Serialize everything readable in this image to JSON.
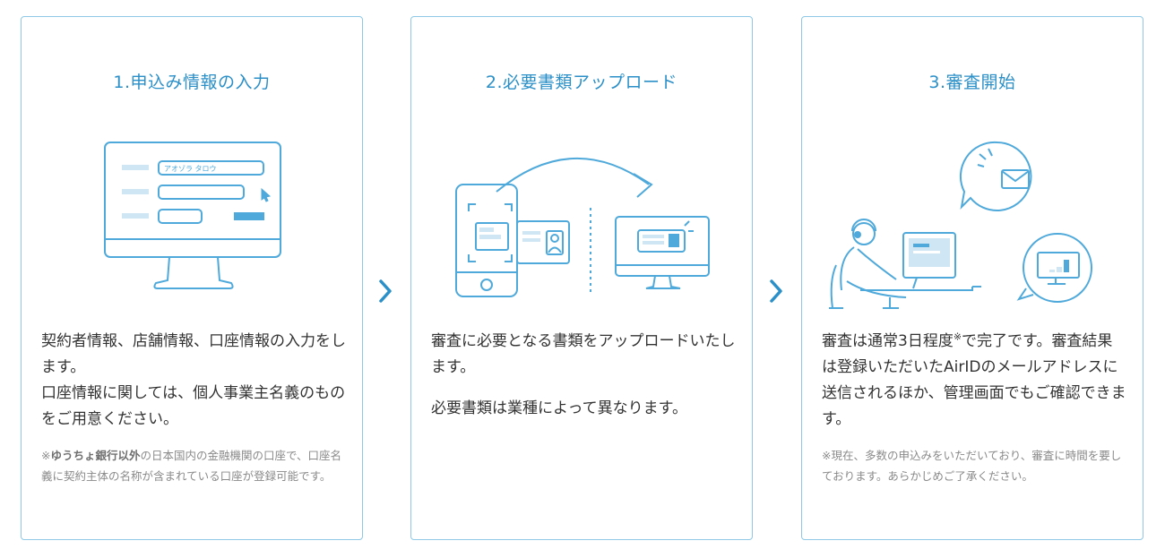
{
  "steps": [
    {
      "title": "1.申込み情報の入力",
      "illustration_text": "アオゾラ タロウ",
      "body": [
        "契約者情報、店舗情報、口座情報の入力をします。",
        "口座情報に関しては、個人事業主名義のものをご用意ください。"
      ],
      "note_prefix": "※",
      "note_bold": "ゆうちょ銀行以外",
      "note_rest": "の日本国内の金融機関の口座で、口座名義に契約主体の名称が含まれている口座が登録可能です。"
    },
    {
      "title": "2.必要書類アップロード",
      "body": [
        "審査に必要となる書類をアップロードいたします。",
        "必要書類は業種によって異なります。"
      ]
    },
    {
      "title": "3.審査開始",
      "body_before_mark": "審査は通常3日程度",
      "body_mark": "※",
      "body_after_mark": "で完了です。審査結果は登録いただいたAirIDのメールアドレスに送信されるほか、管理画面でもご確認できます。",
      "note": "※現在、多数の申込みをいただいており、審査に時間を要しております。あらかじめご了承ください。"
    }
  ],
  "icons": [
    "monitor-form-icon",
    "phone-id-upload-icon",
    "operator-review-icon",
    "chevron-right-icon"
  ],
  "colors": {
    "accent": "#2b8fc8",
    "border": "#8ec8e6",
    "illustration": "#4fa9da",
    "illustration_fill": "#cfe6f5",
    "text": "#333333",
    "note": "#8a8a8a"
  }
}
